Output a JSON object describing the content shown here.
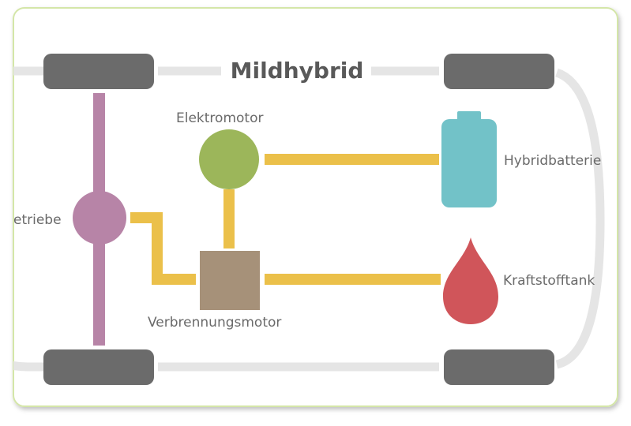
{
  "title": "Mildhybrid",
  "labels": {
    "getriebe": "etriebe",
    "elektromotor": "Elektromotor",
    "verbrennungsmotor": "Verbrennungsmotor",
    "hybridbatterie": "Hybridbatterie",
    "kraftstofftank": "Kraftstofftank"
  },
  "colors": {
    "frame_border": "#d4e6a8",
    "chassis": "#e5e5e5",
    "wheel": "#6b6b6b",
    "transmission": "#b784a7",
    "electric_motor": "#9cb65a",
    "combustion_engine": "#a69179",
    "battery": "#72c2c8",
    "fuel_tank": "#d0555a",
    "energy_link": "#ebc04a",
    "title_text": "#595959",
    "label_text": "#6a6a6a"
  }
}
